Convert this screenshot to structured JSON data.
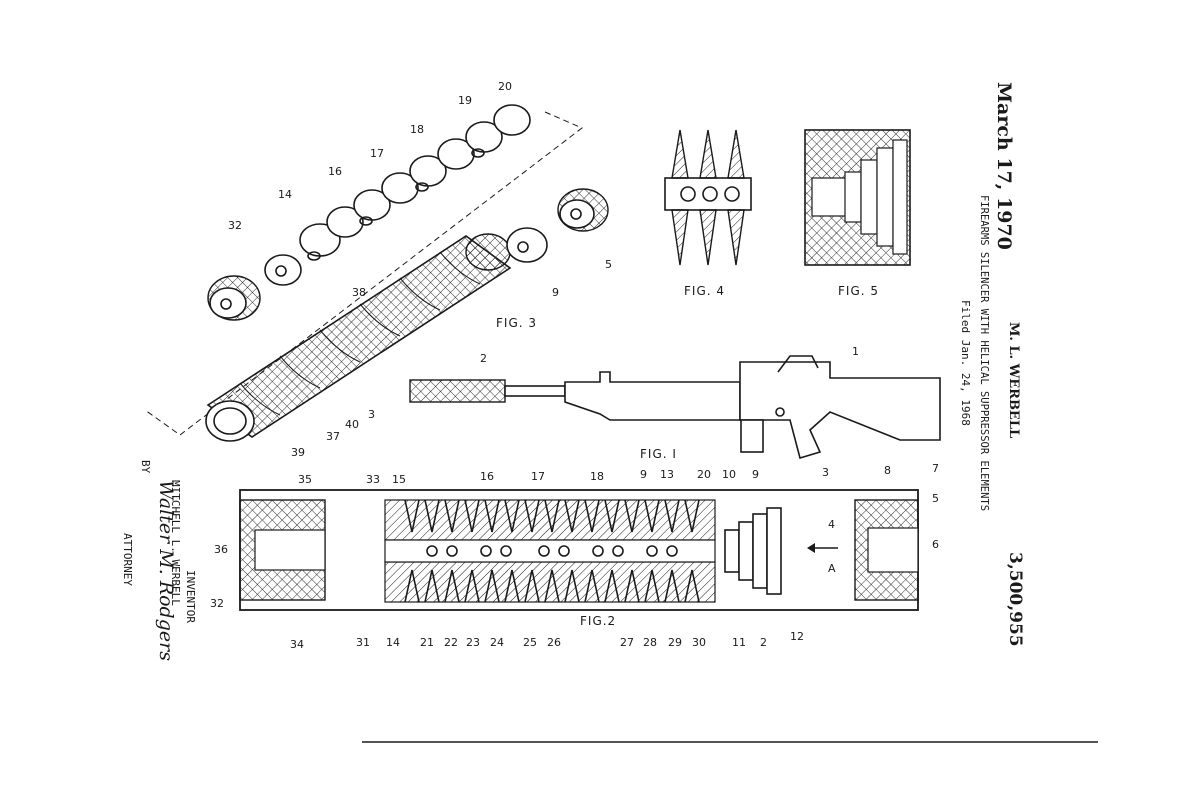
{
  "patent": {
    "date": "March 17, 1970",
    "inventor_header": "M. L. WERBELL",
    "number": "3,500,955",
    "title": "FIREARMS SILENCER WITH HELICAL SUPPRESSOR ELEMENTS",
    "filed": "Filed Jan. 24, 1968"
  },
  "signature_block": {
    "role_inventor": "INVENTOR",
    "inventor_name": "MITCHELL L. WERBELL",
    "by": "BY",
    "attorney_signature": "Walter M. Rodgers",
    "role_attorney": "ATTORNEY"
  },
  "figures": {
    "fig1": "FIG. I",
    "fig2": "FIG.2",
    "fig3": "FIG. 3",
    "fig4": "FIG. 4",
    "fig5": "FIG. 5"
  },
  "refs": {
    "r1": "1",
    "r2": "2",
    "r3": "3",
    "r4": "4",
    "r5": "5",
    "r6": "6",
    "r7": "7",
    "r8": "8",
    "r9": "9",
    "r10": "10",
    "r11": "11",
    "r12": "12",
    "r13": "13",
    "r14": "14",
    "r15": "15",
    "r16": "16",
    "r17": "17",
    "r18": "18",
    "r19": "19",
    "r20": "20",
    "r21": "21",
    "r22": "22",
    "r23": "23",
    "r24": "24",
    "r25": "25",
    "r26": "26",
    "r27": "27",
    "r28": "28",
    "r29": "29",
    "r30": "30",
    "r31": "31",
    "r32": "32",
    "r33": "33",
    "r34": "34",
    "r35": "35",
    "r36": "36",
    "r37": "37",
    "r38": "38",
    "r39": "39",
    "r40": "40",
    "rA": "A"
  }
}
